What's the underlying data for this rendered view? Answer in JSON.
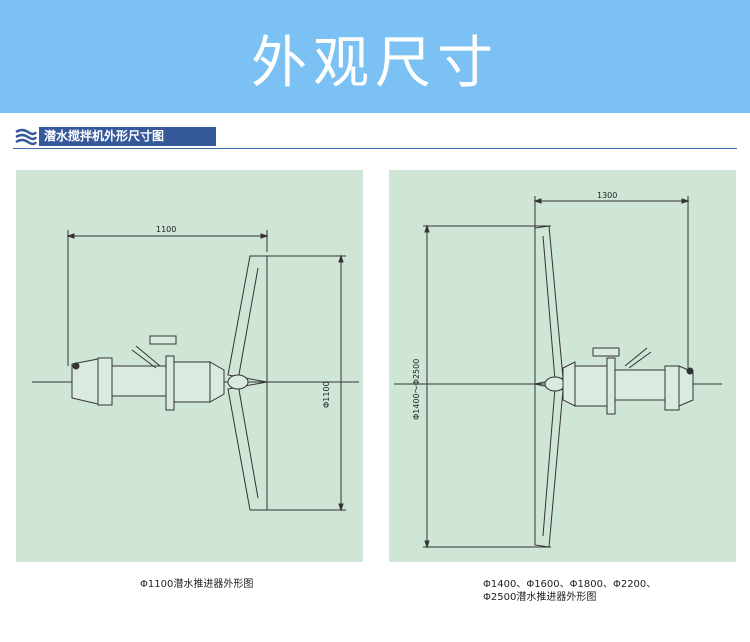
{
  "banner": {
    "title": "外观尺寸"
  },
  "section": {
    "title": "潜水搅拌机外形尺寸图"
  },
  "left_drawing": {
    "width_dim": "1100",
    "height_dim": "Φ1100",
    "caption": "Φ1100潜水推进器外形图"
  },
  "right_drawing": {
    "width_dim": "1300",
    "height_dim": "Φ1400～Φ2500",
    "caption_line1": "Φ1400、Φ1600、Φ1800、Φ2200、",
    "caption_line2": "Φ2500潜水推进器外形图"
  },
  "colors": {
    "banner": "#7cc1f3",
    "section_bar": "#36599c",
    "panel": "#cfe6d6",
    "line": "#333333"
  }
}
